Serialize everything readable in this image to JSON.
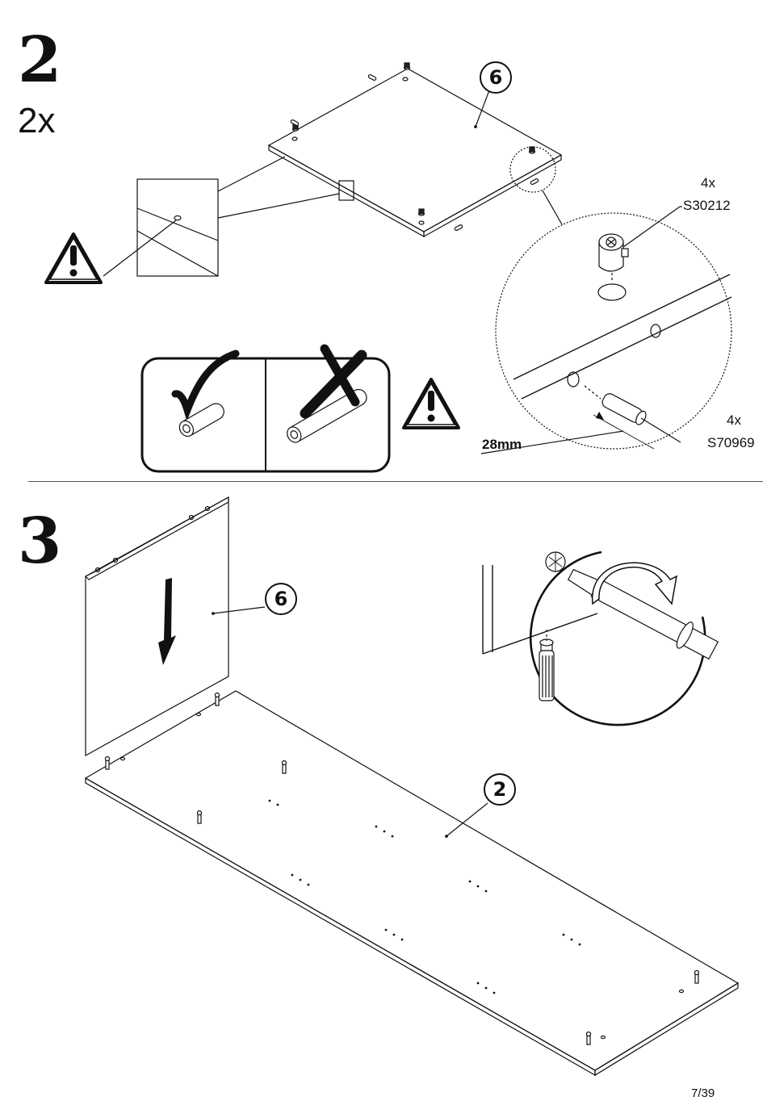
{
  "page_number": "7/39",
  "step2": {
    "number": "2",
    "quantity": "2x",
    "part_callout": "6",
    "fitting_1": {
      "qty": "4x",
      "code": "S30212"
    },
    "fitting_2": {
      "qty": "4x",
      "code": "S70969"
    },
    "dimension": "28mm"
  },
  "step3": {
    "number": "3",
    "panel_callout": "6",
    "base_callout": "2"
  }
}
